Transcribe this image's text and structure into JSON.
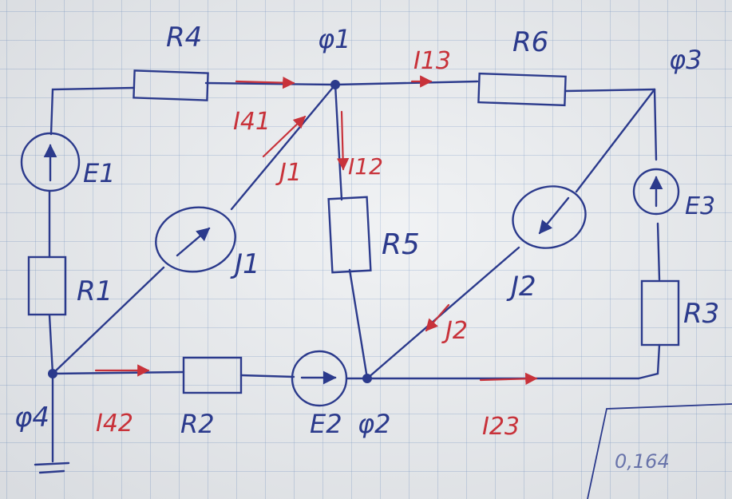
{
  "nodes": {
    "phi1": "φ1",
    "phi2": "φ2",
    "phi3": "φ3",
    "phi4": "φ4"
  },
  "resistors": {
    "r1": "R1",
    "r2": "R2",
    "r3": "R3",
    "r4": "R4",
    "r5": "R5",
    "r6": "R6"
  },
  "emf_sources": {
    "e1": "E1",
    "e2": "E2",
    "e3": "E3"
  },
  "current_sources": {
    "j1_inner": "J1",
    "j1_outer": "J1",
    "j2_inner": "J2",
    "j2_outer": "J2"
  },
  "currents": {
    "i41": "I41",
    "i42": "I42",
    "i12": "I12",
    "i13": "I13",
    "i23": "I23"
  },
  "corner_note": "0,164",
  "colors": {
    "ink": "#2b3a8c",
    "red_ink": "#c8323a",
    "paper": "#eef0f2"
  }
}
